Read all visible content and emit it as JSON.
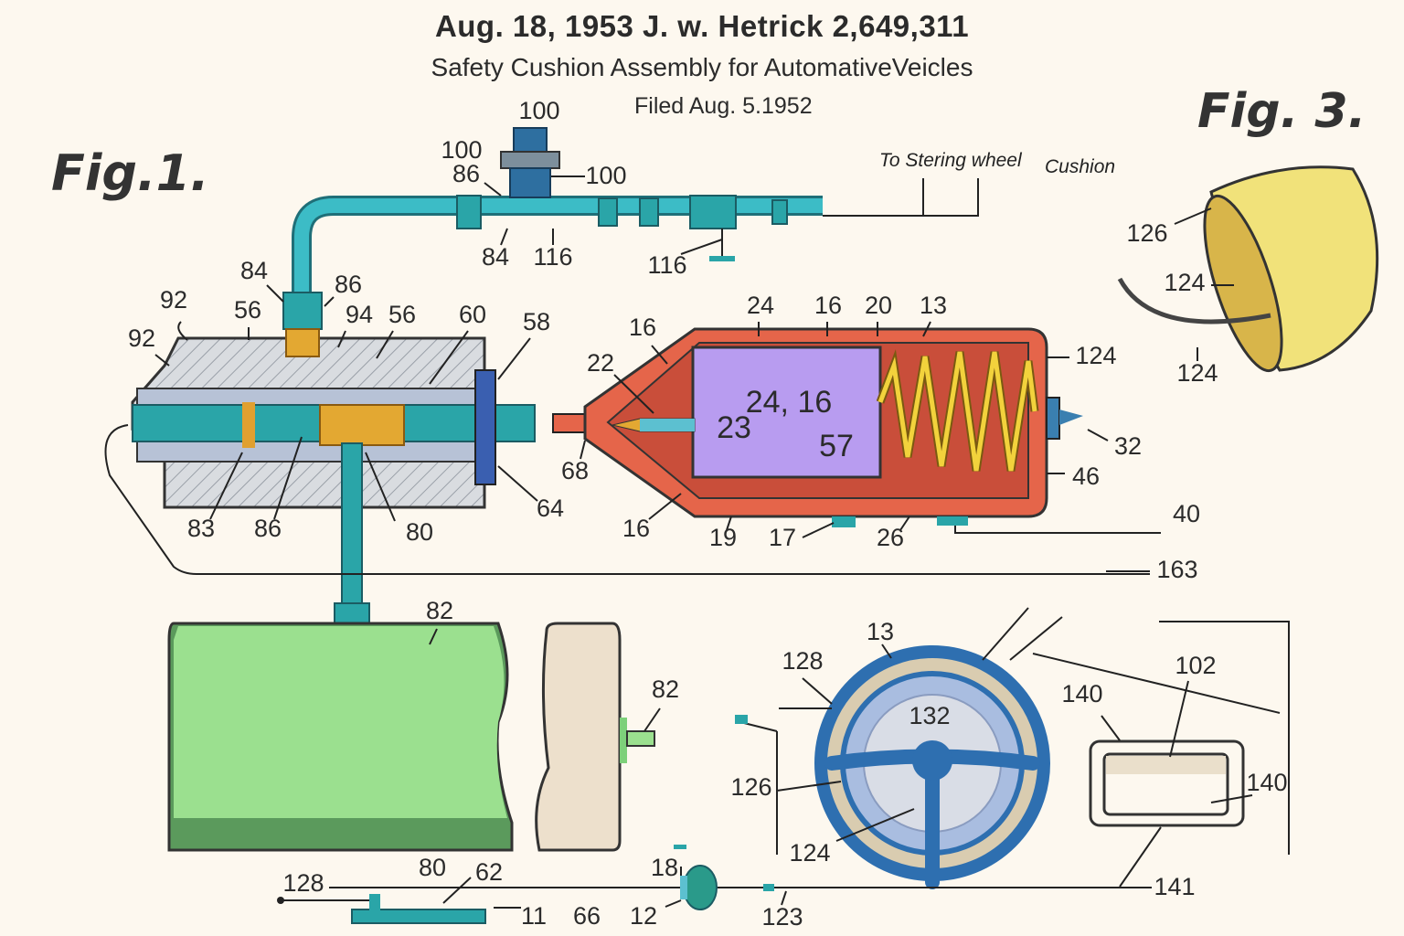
{
  "header": {
    "title": "Aug. 18, 1953  J. w. Hetrick  2,649,311",
    "subtitle": "Safety Cushion Assembly for AutomativeVeicles",
    "filed": "Filed Aug. 5.1952"
  },
  "figures": {
    "fig1": "Fig.1.",
    "fig3": "Fig. 3."
  },
  "notes": {
    "to_steering": "To Stering wheel",
    "cushion": "Cushion"
  },
  "colors": {
    "pipe": "#2aa5a8",
    "housing": "#e5654a",
    "chamber": "#b89cf0",
    "spring": "#f2d23c",
    "reservoir": "#9be08f",
    "wheel": "#2e6fb0",
    "cushion": "#f1e27a"
  },
  "labels": [
    "100",
    "100",
    "86",
    "100",
    "84",
    "116",
    "116",
    "84",
    "86",
    "92",
    "56",
    "94",
    "56",
    "60",
    "58",
    "92",
    "83",
    "86",
    "80",
    "64",
    "68",
    "22",
    "16",
    "24",
    "16",
    "20",
    "13",
    "124",
    "32",
    "46",
    "40",
    "16",
    "19",
    "17",
    "26",
    "163",
    "24, 16",
    "23",
    "57",
    "126",
    "124",
    "124",
    "82",
    "82",
    "13",
    "128",
    "132",
    "102",
    "140",
    "140",
    "126",
    "124",
    "141",
    "128",
    "80",
    "62",
    "18",
    "11",
    "66",
    "12",
    "123"
  ]
}
